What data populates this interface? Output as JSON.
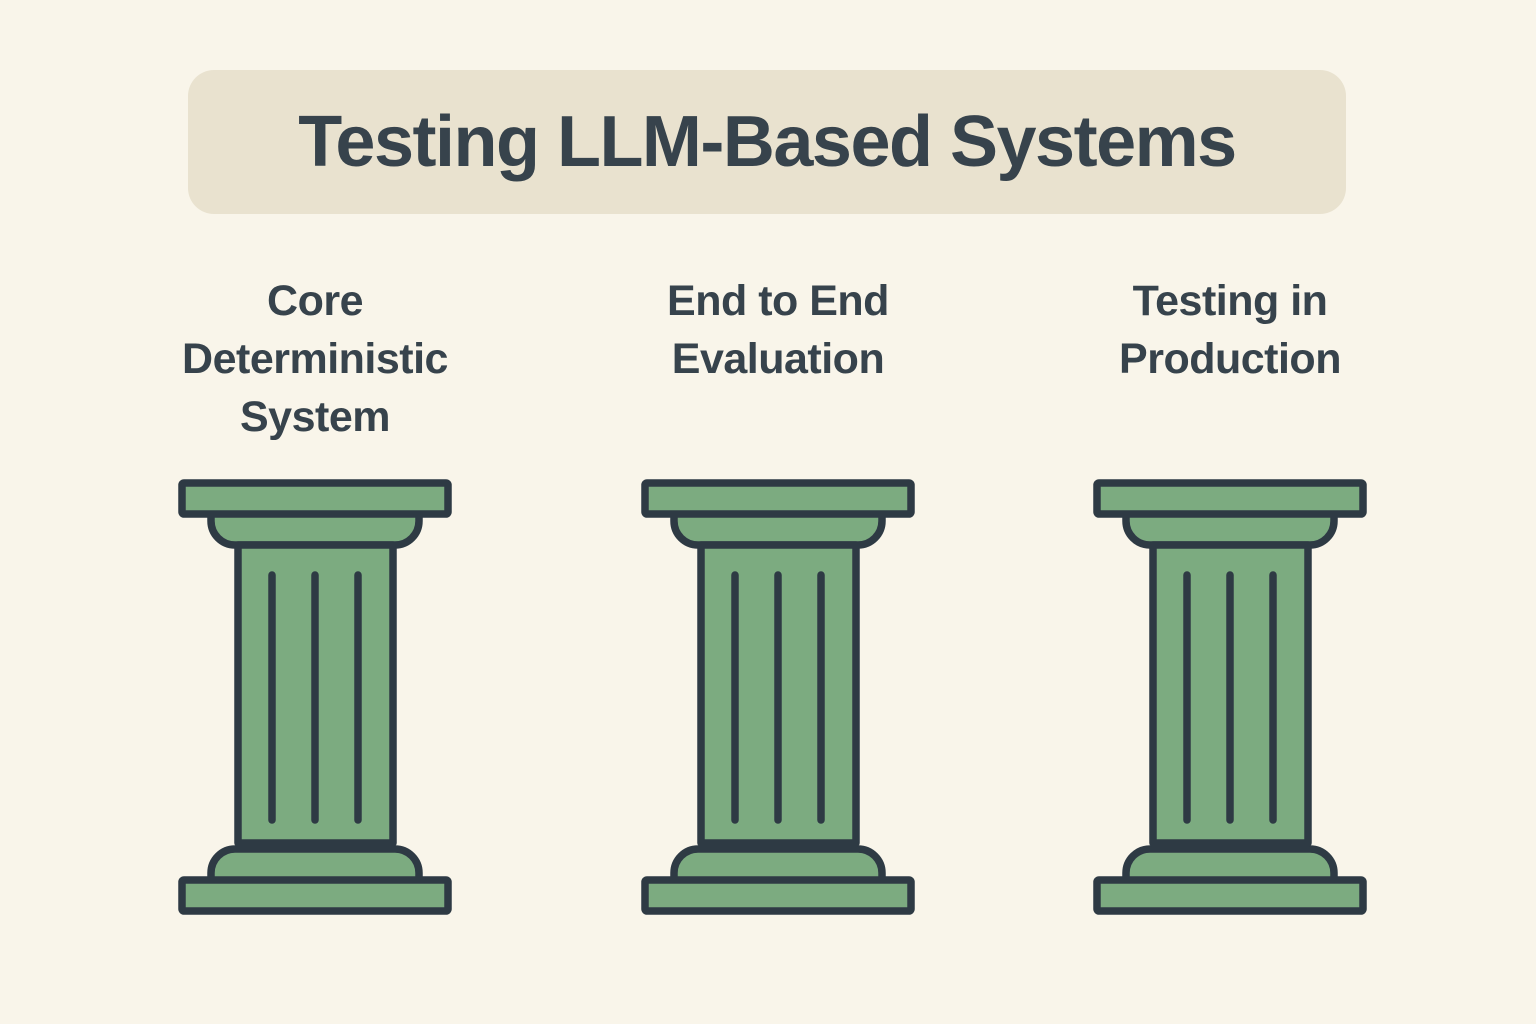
{
  "title": "Testing LLM-Based Systems",
  "columns": [
    {
      "label": "Core\nDeterministic\nSystem"
    },
    {
      "label": "End to End\nEvaluation"
    },
    {
      "label": "Testing in\nProduction"
    }
  ],
  "icons": {
    "pillar": "classical-column-icon"
  },
  "colors": {
    "background": "#F9F5EA",
    "banner": "#E9E2CF",
    "text": "#37434C",
    "pillar_fill": "#7CAB80",
    "pillar_outline": "#2E3A44"
  }
}
